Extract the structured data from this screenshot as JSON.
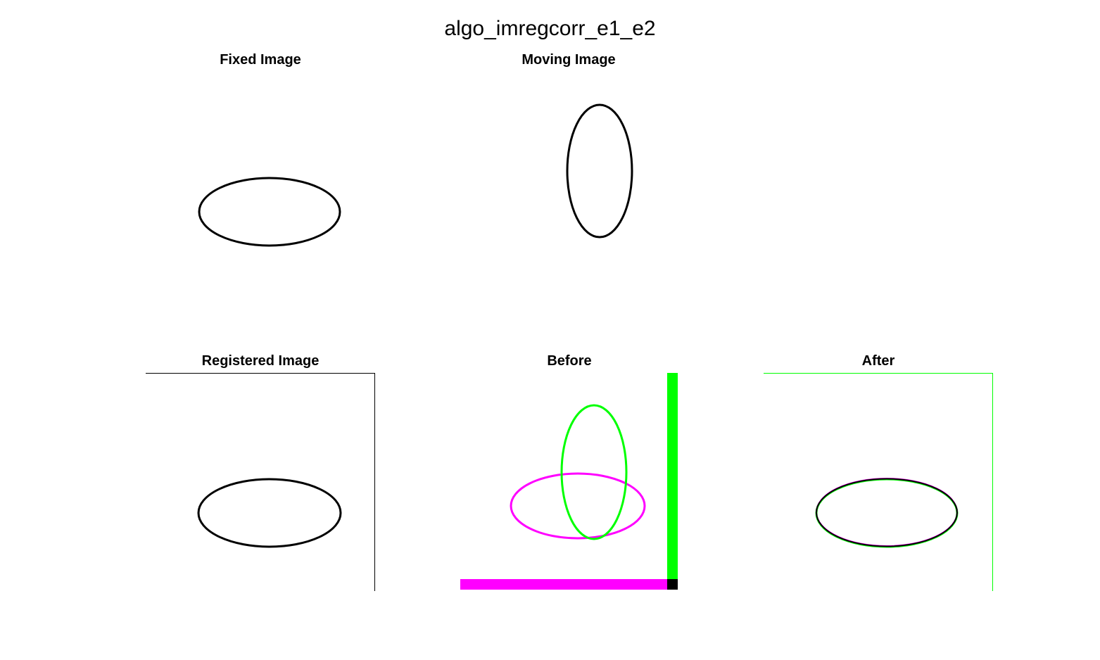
{
  "figure": {
    "title": "algo_imregcorr_e1_e2"
  },
  "panels": [
    {
      "id": "fixed",
      "title": "Fixed Image"
    },
    {
      "id": "moving",
      "title": "Moving Image"
    },
    {
      "id": "registered",
      "title": "Registered Image"
    },
    {
      "id": "before",
      "title": "Before"
    },
    {
      "id": "after",
      "title": "After"
    }
  ],
  "colors": {
    "background": "#ffffff",
    "ellipse": "#000000",
    "fixed_overlay": "#ff00ff",
    "moving_overlay": "#00ff00",
    "overlap": "#000000"
  }
}
